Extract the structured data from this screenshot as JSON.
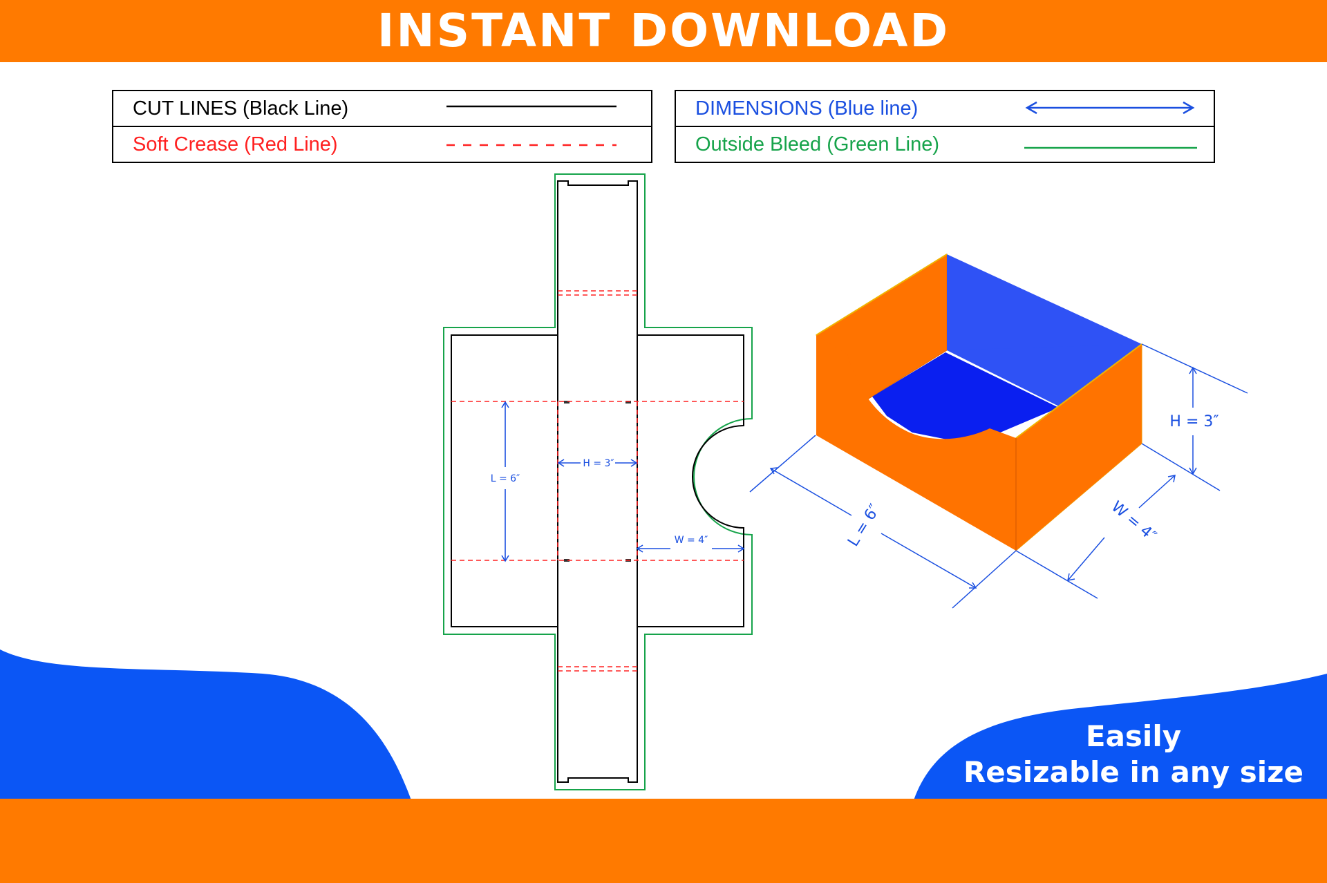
{
  "banner": {
    "title": "INSTANT DOWNLOAD"
  },
  "legend": {
    "cut_lines": {
      "label": "CUT LINES (Black Line)",
      "color": "#000000"
    },
    "soft_crease": {
      "label": "Soft Crease (Red Line)",
      "color": "#ff2020"
    },
    "dimensions": {
      "label": "DIMENSIONS (Blue line)",
      "color": "#1a4fe0"
    },
    "outside_bleed": {
      "label": "Outside Bleed (Green Line)",
      "color": "#16a34a"
    }
  },
  "dieline": {
    "height_label": "H = 3″",
    "length_label": "L = 6″",
    "width_label": "W = 4″"
  },
  "box3d": {
    "height_label": "H = 3″",
    "length_label": "L = 6″",
    "width_label": "W = 4″"
  },
  "footer": {
    "line1": "Easily",
    "line2": "Resizable in any size"
  },
  "colors": {
    "banner_orange": "#ff7a00",
    "accent_blue": "#0b56f5",
    "box_orange": "#ff7300",
    "box_blue": "#2f52f5",
    "box_floor_blue": "#0a1ff0"
  }
}
